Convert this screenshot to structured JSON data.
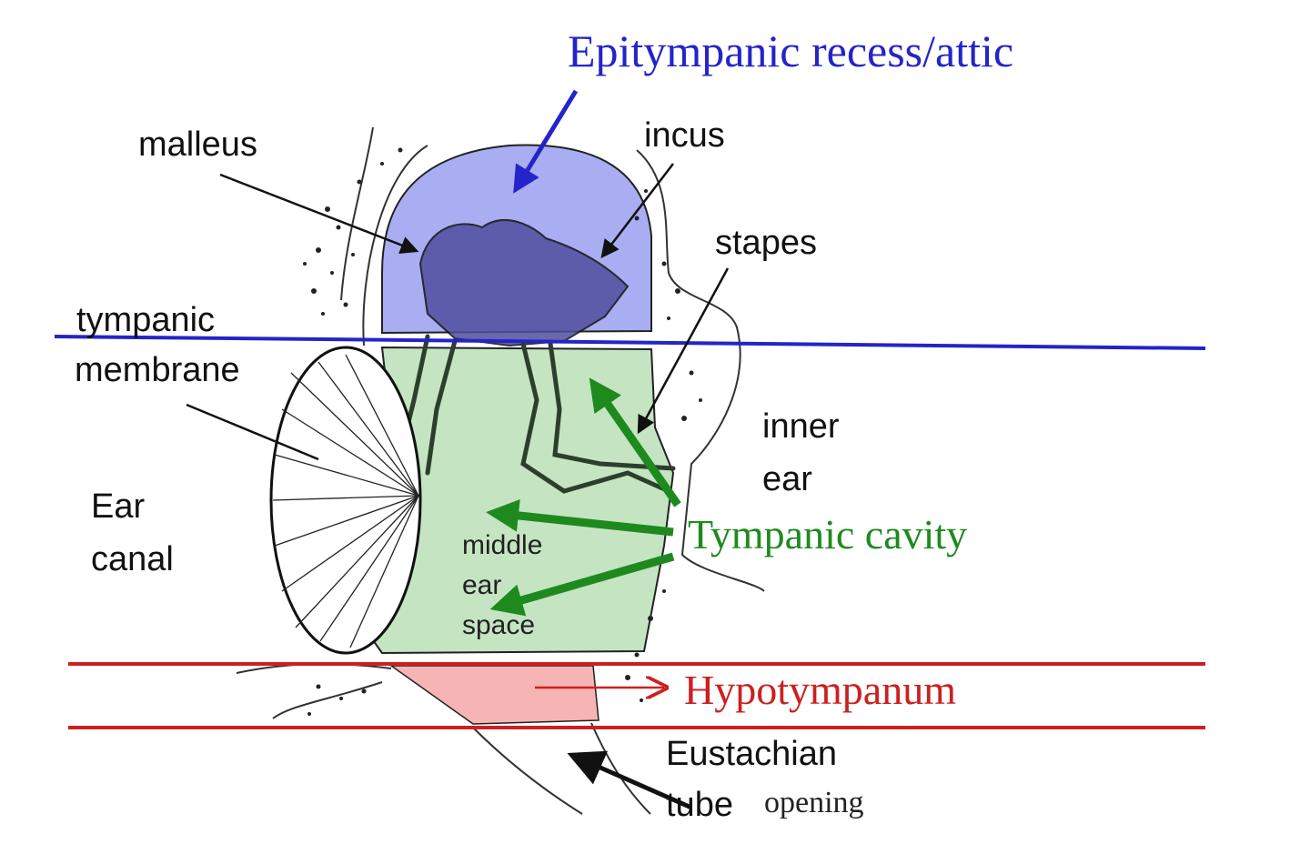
{
  "labels": {
    "epitympanic": "Epitympanic recess/attic",
    "malleus": "malleus",
    "incus": "incus",
    "stapes": "stapes",
    "tympanic_membrane_line1": "tympanic",
    "tympanic_membrane_line2": "membrane",
    "inner_ear_line1": "inner",
    "inner_ear_line2": "ear",
    "ear_canal_line1": "Ear",
    "ear_canal_line2": "canal",
    "middle_ear_line1": "middle",
    "middle_ear_line2": "ear",
    "middle_ear_line3": "space",
    "tympanic_cavity": "Tympanic cavity",
    "hypotympanum": "Hypotympanum",
    "eustachian_line1": "Eustachian",
    "eustachian_line2": "tube",
    "eustachian_opening": "opening"
  },
  "colors": {
    "epitympanic": "#2424c8",
    "epitympanic_fill": "#a9adf2",
    "tympanic_cavity": "#1e8a1e",
    "tympanic_fill": "#c4e4c2",
    "hypotympanum": "#cc2020",
    "hypotympanum_fill": "#f7b4b4"
  }
}
